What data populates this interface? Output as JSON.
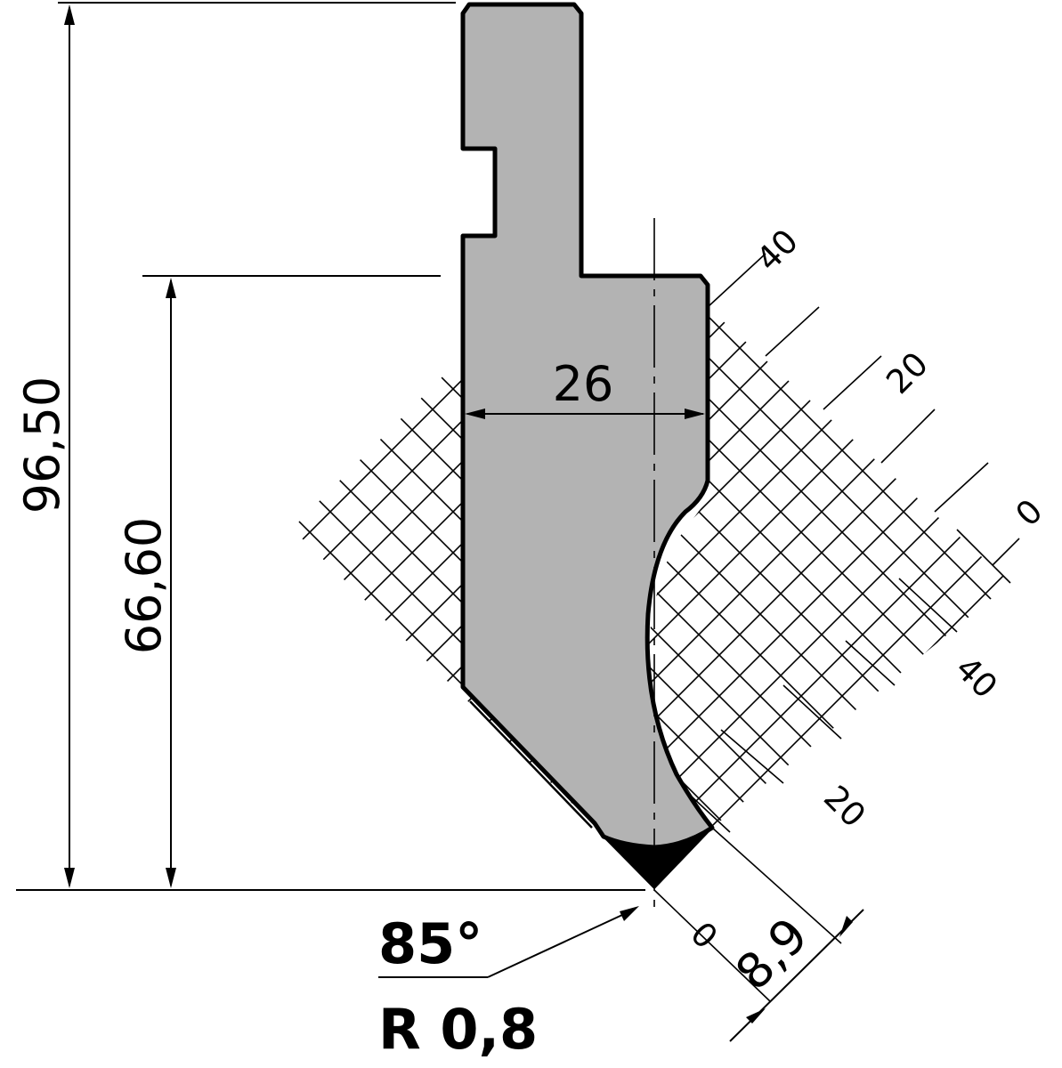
{
  "dimensions": {
    "total_height": "96,50",
    "working_height": "66,60",
    "width": "26",
    "tip_offset": "8,9"
  },
  "tip": {
    "angle": "85°",
    "radius": "R 0,8"
  },
  "grid_scale": {
    "right_upper": [
      "40",
      "20",
      "0"
    ],
    "right_lower": [
      "40",
      "20",
      "0"
    ]
  },
  "colors": {
    "punch_fill": "#b3b3b3",
    "outline": "#000000",
    "background": "#ffffff"
  }
}
